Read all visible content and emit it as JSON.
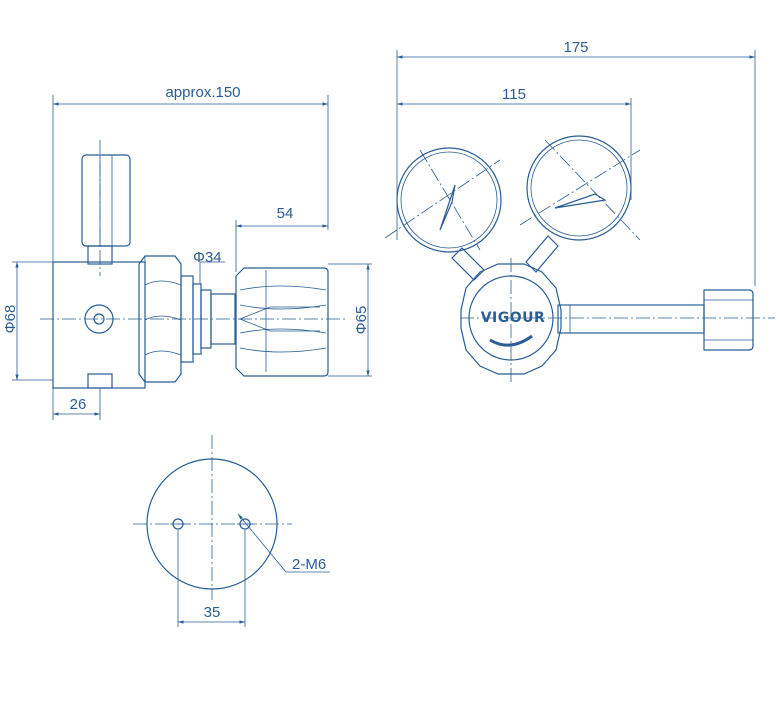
{
  "dimensions": {
    "overall_length": "approx.150",
    "width_175": "175",
    "gauge_span": "115",
    "bonnet_length": "54",
    "connection_dia": "Φ34",
    "body_dia": "Φ68",
    "bonnet_dia": "Φ65",
    "body_depth": "26",
    "hole_spacing": "35",
    "thread_callout": "2-M6"
  },
  "brand": {
    "logo_text": "VIGOUR"
  },
  "colors": {
    "line": "#2a5d94",
    "background": "#ffffff"
  }
}
